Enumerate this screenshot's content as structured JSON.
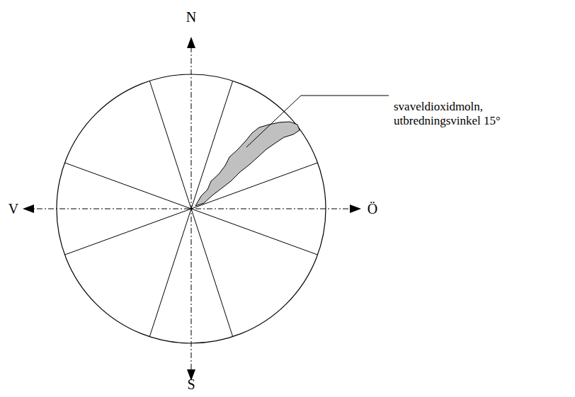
{
  "diagram": {
    "labels": [
      "N",
      "V",
      "Ö",
      "S",
      "svaveldioxidmoln, utbredningsvinkel 15°"
    ]
  }
}
